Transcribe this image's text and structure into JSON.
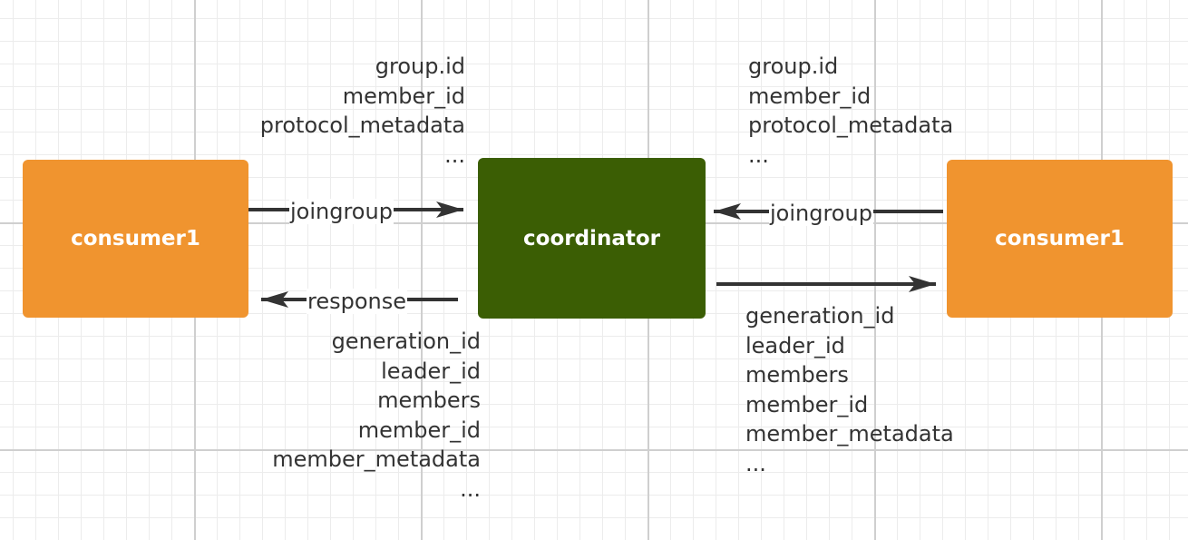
{
  "colors": {
    "consumer_fill": "#f0942f",
    "coordinator_fill": "#3b5e04",
    "edge": "#333333",
    "text": "#333333"
  },
  "nodes": {
    "left_consumer": "consumer1",
    "coordinator": "coordinator",
    "right_consumer": "consumer1"
  },
  "edges": {
    "left_request": "joingroup",
    "left_response": "response",
    "right_request": "joingroup"
  },
  "left_request_fields": [
    "group.id",
    "member_id",
    "protocol_metadata",
    "..."
  ],
  "right_request_fields": [
    "group.id",
    "member_id",
    "protocol_metadata",
    "..."
  ],
  "left_response_fields": [
    "generation_id",
    "leader_id",
    "members",
    "member_id",
    "member_metadata",
    "..."
  ],
  "right_response_fields": [
    "generation_id",
    "leader_id",
    "members",
    "member_id",
    "member_metadata",
    "..."
  ]
}
